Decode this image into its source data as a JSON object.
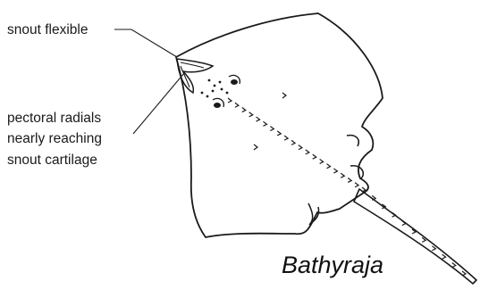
{
  "labels": {
    "snout": "snout flexible",
    "pectoral_line1": "pectoral radials",
    "pectoral_line2": "nearly reaching",
    "pectoral_line3": "snout cartilage"
  },
  "genus": "Bathyraja",
  "colors": {
    "ink": "#1a1a1a",
    "background": "#ffffff"
  }
}
